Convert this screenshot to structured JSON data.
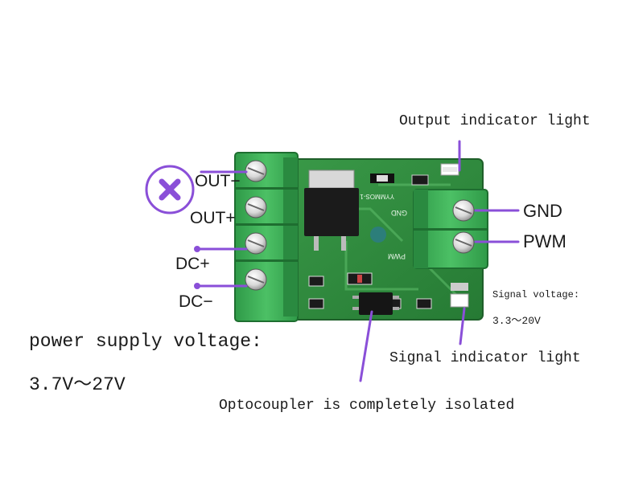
{
  "labels": {
    "output_indicator": "Output indicator light",
    "signal_indicator": "Signal indicator light",
    "optocoupler": "Optocoupler is completely isolated",
    "signal_voltage_title": "Signal voltage:",
    "signal_voltage_value": "3.3～20V",
    "power_title": "power supply voltage:",
    "power_value": "3.7V～27V"
  },
  "terminals": {
    "out_minus": "OUT−",
    "out_plus": "OUT+",
    "dc_plus": "DC+",
    "dc_minus": "DC−",
    "gnd": "GND",
    "pwm": "PWM"
  },
  "silkscreen": {
    "model": "YYMMOS-1",
    "gnd": "GND",
    "pwm": "PWM"
  },
  "icons": {
    "no_connect": "x-circle-icon"
  },
  "colors": {
    "pcb": "#2f8f3f",
    "terminal_block": "#3cab55",
    "callout_line": "#8a4fd8",
    "text": "#1a1a1a"
  }
}
